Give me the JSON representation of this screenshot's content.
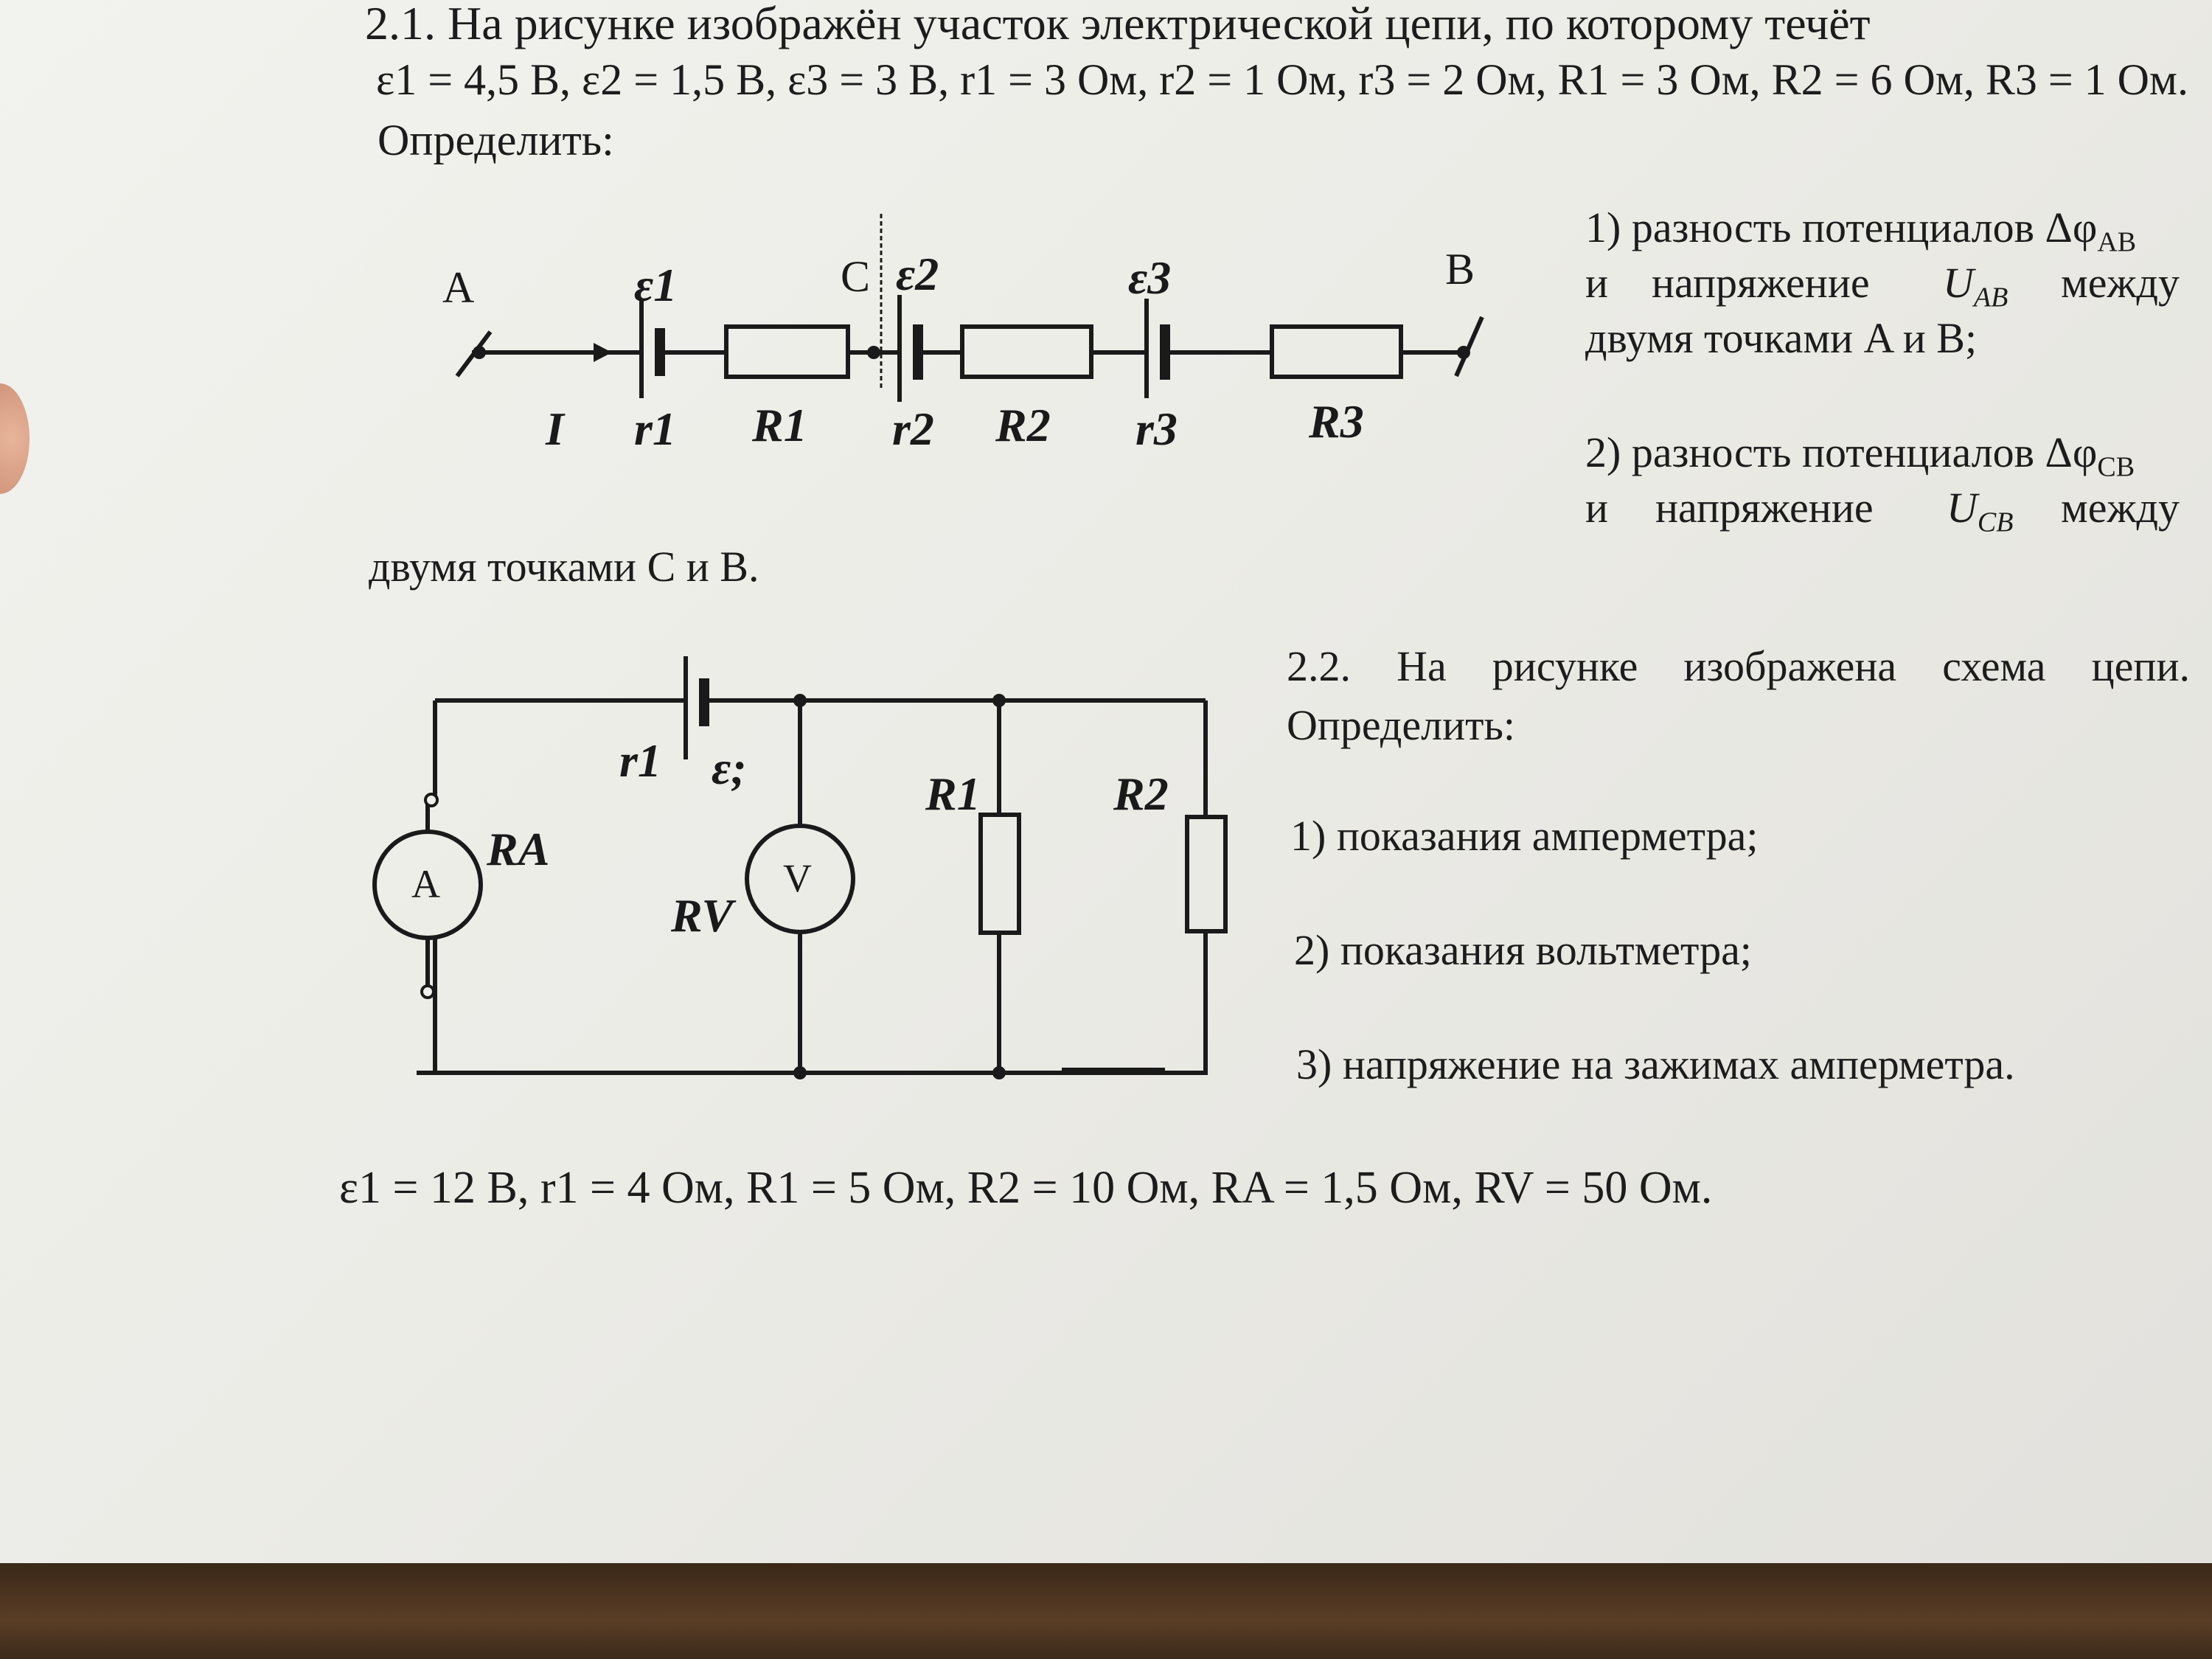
{
  "problem21": {
    "line1": "2.1. На рисунке изображён участок электрической цепи, по которому течёт",
    "line2": "ε1 = 4,5 В, ε2 = 1,5 В, ε3 = 3 В, r1 = 3 Ом, r2 = 1 Ом, r3 = 2 Ом, R1 = 3 Ом, R2 = 6 Ом, R3 = 1 Ом.",
    "line3": "Определить:",
    "q1_line1": "1) разность потенциалов Δφ",
    "q1_sub1": "AB",
    "q1_line2a": "и",
    "q1_line2b": "напряжение",
    "q1_u": "U",
    "q1_usub": "AB",
    "q1_line2c": "между",
    "q1_line3": "двумя точками A и B;",
    "q2_line1": "2) разность потенциалов Δφ",
    "q2_sub1": "CB",
    "q2_line2a": "и",
    "q2_line2b": "напряжение",
    "q2_u": "U",
    "q2_usub": "CB",
    "q2_line2c": "между",
    "q2_line3": "двумя точками C и B.",
    "diagram": {
      "A": "A",
      "B": "B",
      "C": "C",
      "e1": "ε1",
      "e2": "ε2",
      "e3": "ε3",
      "I": "I",
      "r1": "r1",
      "R1": "R1",
      "r2": "r2",
      "R2": "R2",
      "r3": "r3",
      "R3": "R3"
    }
  },
  "problem22": {
    "title": "2.2. На рисунке изображена схема цепи.",
    "define": "Определить:",
    "q1": "1) показания амперметра;",
    "q2": "2) показания вольтметра;",
    "q3": "3) напряжение на зажимах амперметра.",
    "givens": "ε1 = 12 В, r1 = 4 Ом, R1 = 5 Ом, R2 = 10 Ом, RA = 1,5 Ом, RV = 50 Ом.",
    "diagram": {
      "r1": "r1",
      "e": "ε;",
      "RA": "RA",
      "RV": "RV",
      "R1": "R1",
      "R2": "R2",
      "ammeter": "A",
      "voltmeter": "V"
    }
  }
}
